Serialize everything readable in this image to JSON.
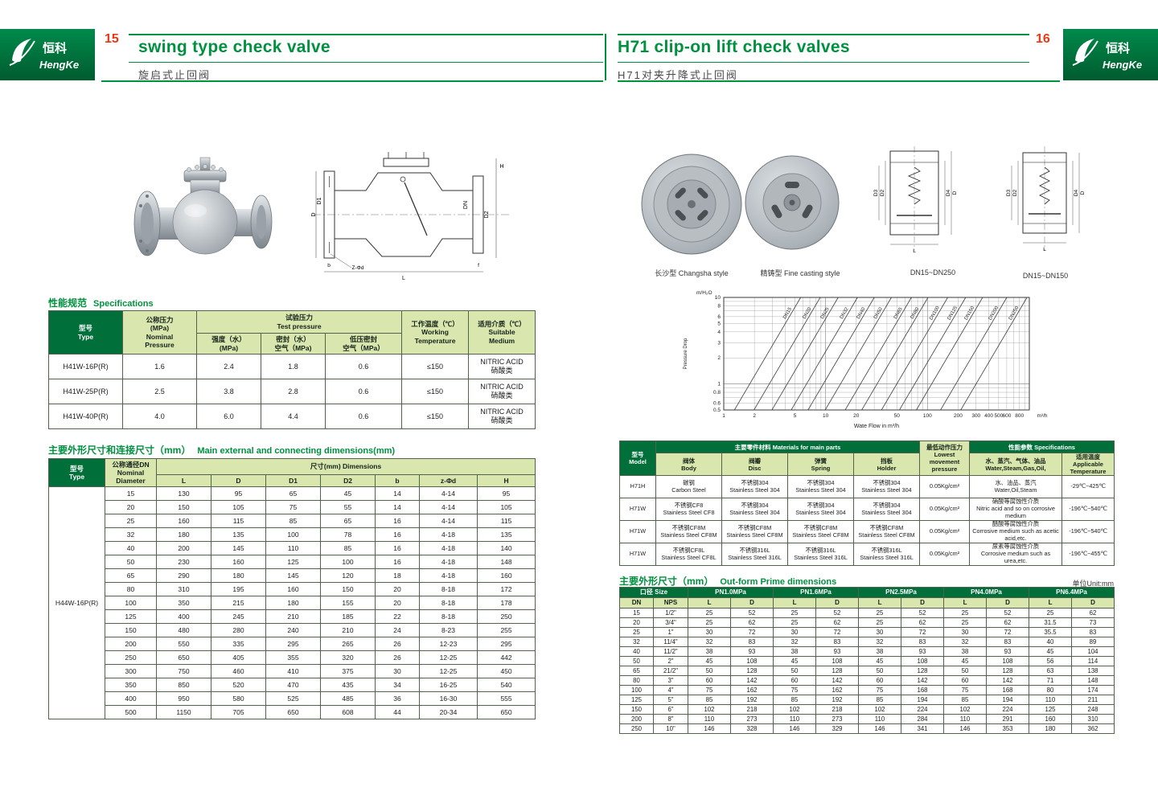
{
  "brand": {
    "logo_cn": "恒科",
    "logo_en": "HengKe"
  },
  "left_page": {
    "page_number": "15",
    "title_en": "swing type check valve",
    "title_cn": "旋启式止回阀",
    "spec_section": {
      "title_cn": "性能规范",
      "title_en": "Specifications"
    },
    "spec_table": {
      "h_type": "型号\nType",
      "h_nominal": "公称压力\n(MPa)\nNominal\nPressure",
      "h_test": "试验压力\nTest pressure",
      "h_strength": "强度（水）\n(MPa)",
      "h_seal": "密封（水）\n空气（MPa)",
      "h_lowseal": "低压密封\n空气（MPa）",
      "h_temp": "工作温度（℃）\nWorking\nTemperature",
      "h_medium": "适用介质（℃）\nSuitable\nMedium",
      "rows": [
        [
          "H41W-16P(R)",
          "1.6",
          "2.4",
          "1.8",
          "0.6",
          "≤150",
          "NITRIC ACID\n硝酸类"
        ],
        [
          "H41W-25P(R)",
          "2.5",
          "3.8",
          "2.8",
          "0.6",
          "≤150",
          "NITRIC ACID\n硝酸类"
        ],
        [
          "H41W-40P(R)",
          "4.0",
          "6.0",
          "4.4",
          "0.6",
          "≤150",
          "NITRIC ACID\n硝酸类"
        ]
      ]
    },
    "dim_section": {
      "title_cn": "主要外形尺寸和连接尺寸（mm）",
      "title_en": "Main external and connecting dimensions(mm)"
    },
    "dim_table": {
      "h_type": "型号\nType",
      "h_dn": "公称通径DN\nNominal\nDiameter",
      "h_dims": "尺寸(mm) Dimensions",
      "cols": [
        "L",
        "D",
        "D1",
        "D2",
        "b",
        "z-Φd",
        "H"
      ],
      "type_label": "H44W-16P(R)",
      "rows": [
        [
          "15",
          "130",
          "95",
          "65",
          "45",
          "14",
          "4-14",
          "95"
        ],
        [
          "20",
          "150",
          "105",
          "75",
          "55",
          "14",
          "4-14",
          "105"
        ],
        [
          "25",
          "160",
          "115",
          "85",
          "65",
          "16",
          "4-14",
          "115"
        ],
        [
          "32",
          "180",
          "135",
          "100",
          "78",
          "16",
          "4-18",
          "135"
        ],
        [
          "40",
          "200",
          "145",
          "110",
          "85",
          "16",
          "4-18",
          "140"
        ],
        [
          "50",
          "230",
          "160",
          "125",
          "100",
          "16",
          "4-18",
          "148"
        ],
        [
          "65",
          "290",
          "180",
          "145",
          "120",
          "18",
          "4-18",
          "160"
        ],
        [
          "80",
          "310",
          "195",
          "160",
          "150",
          "20",
          "8-18",
          "172"
        ],
        [
          "100",
          "350",
          "215",
          "180",
          "155",
          "20",
          "8-18",
          "178"
        ],
        [
          "125",
          "400",
          "245",
          "210",
          "185",
          "22",
          "8-18",
          "250"
        ],
        [
          "150",
          "480",
          "280",
          "240",
          "210",
          "24",
          "8-23",
          "255"
        ],
        [
          "200",
          "550",
          "335",
          "295",
          "265",
          "26",
          "12-23",
          "295"
        ],
        [
          "250",
          "650",
          "405",
          "355",
          "320",
          "26",
          "12-25",
          "442"
        ],
        [
          "300",
          "750",
          "460",
          "410",
          "375",
          "30",
          "12-25",
          "450"
        ],
        [
          "350",
          "850",
          "520",
          "470",
          "435",
          "34",
          "16-25",
          "540"
        ],
        [
          "400",
          "950",
          "580",
          "525",
          "485",
          "36",
          "16-30",
          "555"
        ],
        [
          "500",
          "1150",
          "705",
          "650",
          "608",
          "44",
          "20-34",
          "650"
        ]
      ]
    },
    "drawing_labels": [
      "D",
      "D1",
      "DN",
      "D2",
      "H",
      "L",
      "Z-Φd",
      "b",
      "f"
    ]
  },
  "right_page": {
    "page_number": "16",
    "title_en": "H71 clip-on lift check valves",
    "title_cn": "H71对夹升降式止回阀",
    "photo_captions": [
      "长沙型 Changsha style",
      "精铸型 Fine casting style"
    ],
    "drawing_captions": [
      "DN15~DN250",
      "DN15~DN150"
    ],
    "drawing_labels": [
      "D3",
      "D2",
      "D",
      "D4",
      "L"
    ],
    "material_table": {
      "h_model": "型号\nModel",
      "h_materials": "主要零件材料 Materials for main parts",
      "h_body": "阀体\nBody",
      "h_disc": "阀瓣\nDisc",
      "h_spring": "弹簧\nSpring",
      "h_holder": "挡板\nHolder",
      "h_pressure": "最低动作压力\nLowest movement\npressure",
      "h_specs": "性能参数 Specifications",
      "h_medium": "水、蒸汽、气体、油品\nWater,Steam,Gas,Oil,",
      "h_temp": "适用温度\nApplicable\nTemperature",
      "rows": [
        [
          "H71H",
          "碳钢\nCarbon Steel",
          "不锈钢304\nStainless Steel 304",
          "不锈钢304\nStainless Steel 304",
          "不锈钢304\nStainless Steel 304",
          "0.05Kg/cm²",
          "水、油品、蒸汽\nWater,Oil,Steam",
          "-29℃~425℃"
        ],
        [
          "H71W",
          "不锈钢CF8\nStainless Steel CF8",
          "不锈钢304\nStainless Steel 304",
          "不锈钢304\nStainless Steel 304",
          "不锈钢304\nStainless Steel 304",
          "0.05Kg/cm²",
          "硝酸等腐蚀性介质\nNitric acid and so on corrosive medium",
          "-196℃~540℃"
        ],
        [
          "H71W",
          "不锈钢CF8M\nStainless Steel CF8M",
          "不锈钢CF8M\nStainless Steel CF8M",
          "不锈钢CF8M\nStainless Steel CF8M",
          "不锈钢CF8M\nStainless Steel CF8M",
          "0.05Kg/cm²",
          "醋酸等腐蚀性介质\nCorrosive medium such as acetic acid,etc.",
          "-196℃~540℃"
        ],
        [
          "H71W",
          "不锈钢CF8L\nStainless Steel CF8L",
          "不锈钢316L\nStainless Steel 316L",
          "不锈钢316L\nStainless Steel 316L",
          "不锈钢316L\nStainless Steel 316L",
          "0.05Kg/cm²",
          "尿素等腐蚀性介质\nCorrosive medium such as urea,etc.",
          "-196℃~455℃"
        ]
      ]
    },
    "outform_section": {
      "title_cn": "主要外形尺寸（mm）",
      "title_en": "Out-form Prime dimensions",
      "unit": "单位Unit:mm"
    },
    "outform_table": {
      "h_size": "口径 Size",
      "h_dn": "DN",
      "h_nps": "NPS",
      "pn_groups": [
        "PN1.0MPa",
        "PN1.6MPa",
        "PN2.5MPa",
        "PN4.0MPa",
        "PN6.4MPa"
      ],
      "h_l": "L",
      "h_d": "D",
      "rows": [
        [
          "15",
          "1/2\"",
          "25",
          "52",
          "25",
          "52",
          "25",
          "52",
          "25",
          "52",
          "25",
          "62"
        ],
        [
          "20",
          "3/4\"",
          "25",
          "62",
          "25",
          "62",
          "25",
          "62",
          "25",
          "62",
          "31.5",
          "73"
        ],
        [
          "25",
          "1\"",
          "30",
          "72",
          "30",
          "72",
          "30",
          "72",
          "30",
          "72",
          "35.5",
          "83"
        ],
        [
          "32",
          "11/4\"",
          "32",
          "83",
          "32",
          "83",
          "32",
          "83",
          "32",
          "83",
          "40",
          "89"
        ],
        [
          "40",
          "11/2\"",
          "38",
          "93",
          "38",
          "93",
          "38",
          "93",
          "38",
          "93",
          "45",
          "104"
        ],
        [
          "50",
          "2\"",
          "45",
          "108",
          "45",
          "108",
          "45",
          "108",
          "45",
          "108",
          "56",
          "114"
        ],
        [
          "65",
          "21/2\"",
          "50",
          "128",
          "50",
          "128",
          "50",
          "128",
          "50",
          "128",
          "63",
          "138"
        ],
        [
          "80",
          "3\"",
          "60",
          "142",
          "60",
          "142",
          "60",
          "142",
          "60",
          "142",
          "71",
          "148"
        ],
        [
          "100",
          "4\"",
          "75",
          "162",
          "75",
          "162",
          "75",
          "168",
          "75",
          "168",
          "80",
          "174"
        ],
        [
          "125",
          "5\"",
          "85",
          "192",
          "85",
          "192",
          "85",
          "194",
          "85",
          "194",
          "110",
          "211"
        ],
        [
          "150",
          "6\"",
          "102",
          "218",
          "102",
          "218",
          "102",
          "224",
          "102",
          "224",
          "125",
          "248"
        ],
        [
          "200",
          "8\"",
          "110",
          "273",
          "110",
          "273",
          "110",
          "284",
          "110",
          "291",
          "160",
          "310"
        ],
        [
          "250",
          "10\"",
          "146",
          "328",
          "146",
          "329",
          "146",
          "341",
          "146",
          "353",
          "180",
          "362"
        ]
      ]
    }
  },
  "chart_data": {
    "type": "line",
    "title": "",
    "ylabel": "Pressure Drop",
    "y_unit": "m/H₂O",
    "xlabel": "Wate Flow in m³/h",
    "x_unit": "m³/h",
    "x_scale": "log",
    "y_scale": "log",
    "x_range": [
      1,
      1000
    ],
    "y_range": [
      0.5,
      10
    ],
    "x_ticks": [
      "1",
      "2",
      "5",
      "10",
      "20",
      "50",
      "100",
      "200",
      "300",
      "400",
      "500",
      "600",
      "800"
    ],
    "y_ticks": [
      "10",
      "8",
      "6",
      "5",
      "4",
      "3",
      "2",
      "1",
      "0.8",
      "0.6",
      "0.5"
    ],
    "grid": true,
    "note": "Family of DN pressure-drop curves, slope 2 in log-log; flow values estimated from gridlines at 1 m/H2O drop",
    "series": [
      {
        "name": "DN15",
        "flow_m3h_at_1m_drop": 1.8
      },
      {
        "name": "DN20",
        "flow_m3h_at_1m_drop": 2.8
      },
      {
        "name": "DN25",
        "flow_m3h_at_1m_drop": 4.2
      },
      {
        "name": "DN32",
        "flow_m3h_at_1m_drop": 6.5
      },
      {
        "name": "DN40",
        "flow_m3h_at_1m_drop": 9.5
      },
      {
        "name": "DN50",
        "flow_m3h_at_1m_drop": 14
      },
      {
        "name": "DN65",
        "flow_m3h_at_1m_drop": 22
      },
      {
        "name": "DN80",
        "flow_m3h_at_1m_drop": 32
      },
      {
        "name": "DN100",
        "flow_m3h_at_1m_drop": 50
      },
      {
        "name": "DN125",
        "flow_m3h_at_1m_drop": 75
      },
      {
        "name": "DN150",
        "flow_m3h_at_1m_drop": 110
      },
      {
        "name": "DN200",
        "flow_m3h_at_1m_drop": 190
      },
      {
        "name": "DN250",
        "flow_m3h_at_1m_drop": 300
      }
    ]
  }
}
